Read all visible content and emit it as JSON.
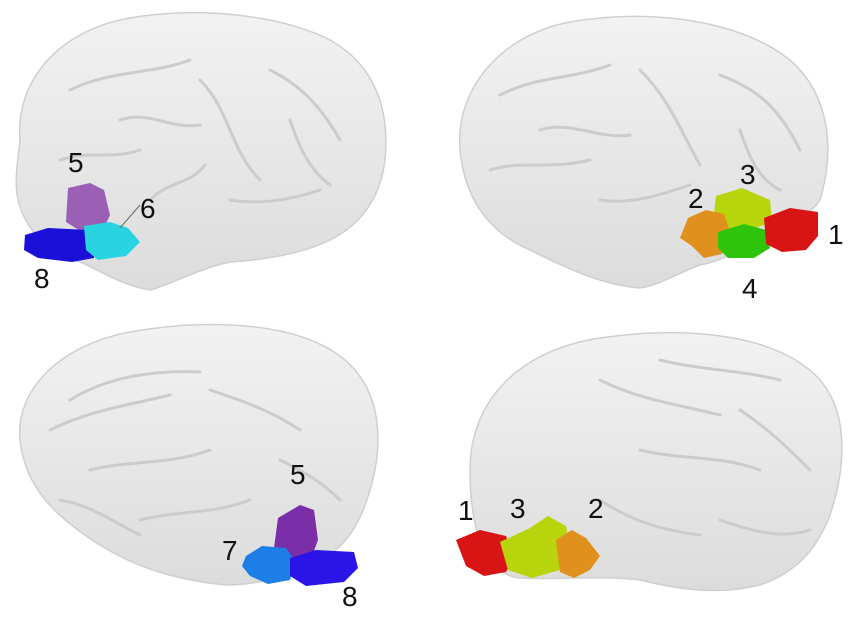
{
  "panels": [
    {
      "id": "top-left",
      "regions": [
        {
          "label": "5",
          "color": "#9b5fb5"
        },
        {
          "label": "6",
          "color": "#28d4e0"
        },
        {
          "label": "8",
          "color": "#1b10d8"
        }
      ]
    },
    {
      "id": "top-right",
      "regions": [
        {
          "label": "1",
          "color": "#d81414"
        },
        {
          "label": "2",
          "color": "#e0901c"
        },
        {
          "label": "3",
          "color": "#b8d40c"
        },
        {
          "label": "4",
          "color": "#2ec40c"
        }
      ]
    },
    {
      "id": "bottom-left",
      "regions": [
        {
          "label": "5",
          "color": "#7a2fa8"
        },
        {
          "label": "7",
          "color": "#1e7ee8"
        },
        {
          "label": "8",
          "color": "#2a14e8"
        }
      ]
    },
    {
      "id": "bottom-right",
      "regions": [
        {
          "label": "1",
          "color": "#d81414"
        },
        {
          "label": "3",
          "color": "#b8d40c"
        },
        {
          "label": "2",
          "color": "#e0901c"
        }
      ]
    }
  ]
}
